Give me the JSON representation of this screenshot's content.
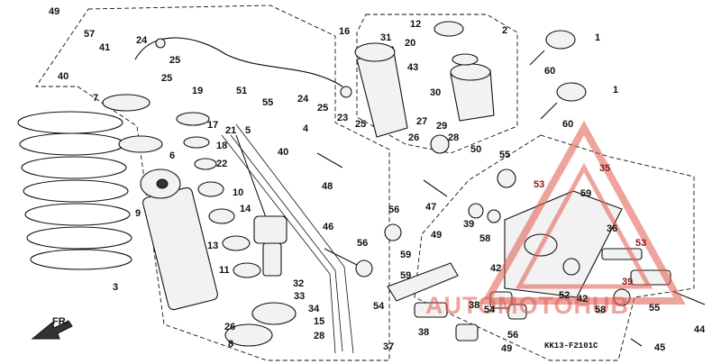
{
  "diagram": {
    "code": "KK13-F2101C",
    "direction_label": "FR.",
    "watermark": "AUTOMOTOHUB",
    "watermark_color": "#e15a4e",
    "callouts": [
      {
        "id": "c49a",
        "text": "49"
      },
      {
        "id": "c40a",
        "text": "40"
      },
      {
        "id": "c57",
        "text": "57"
      },
      {
        "id": "c41",
        "text": "41"
      },
      {
        "id": "c24a",
        "text": "24"
      },
      {
        "id": "c25a",
        "text": "25"
      },
      {
        "id": "c25b",
        "text": "25"
      },
      {
        "id": "c7",
        "text": "7"
      },
      {
        "id": "c19",
        "text": "19"
      },
      {
        "id": "c51",
        "text": "51"
      },
      {
        "id": "c55a",
        "text": "55"
      },
      {
        "id": "c24b",
        "text": "24"
      },
      {
        "id": "c25c",
        "text": "25"
      },
      {
        "id": "c23",
        "text": "23"
      },
      {
        "id": "c25d",
        "text": "25"
      },
      {
        "id": "c17",
        "text": "17"
      },
      {
        "id": "c21",
        "text": "21"
      },
      {
        "id": "c5",
        "text": "5"
      },
      {
        "id": "c4",
        "text": "4"
      },
      {
        "id": "c18",
        "text": "18"
      },
      {
        "id": "c6",
        "text": "6"
      },
      {
        "id": "c40b",
        "text": "40"
      },
      {
        "id": "c22",
        "text": "22"
      },
      {
        "id": "c12",
        "text": "12"
      },
      {
        "id": "c16",
        "text": "16"
      },
      {
        "id": "c2",
        "text": "2"
      },
      {
        "id": "c31",
        "text": "31"
      },
      {
        "id": "c20",
        "text": "20"
      },
      {
        "id": "c43",
        "text": "43"
      },
      {
        "id": "c30",
        "text": "30"
      },
      {
        "id": "c1a",
        "text": "1"
      },
      {
        "id": "c60a",
        "text": "60"
      },
      {
        "id": "c1b",
        "text": "1"
      },
      {
        "id": "c60b",
        "text": "60"
      },
      {
        "id": "c27",
        "text": "27"
      },
      {
        "id": "c29",
        "text": "29"
      },
      {
        "id": "c26a",
        "text": "26"
      },
      {
        "id": "c28a",
        "text": "28"
      },
      {
        "id": "c50",
        "text": "50"
      },
      {
        "id": "c55b",
        "text": "55"
      },
      {
        "id": "c3",
        "text": "3"
      },
      {
        "id": "c9",
        "text": "9"
      },
      {
        "id": "c10",
        "text": "10"
      },
      {
        "id": "c14",
        "text": "14"
      },
      {
        "id": "c48",
        "text": "48"
      },
      {
        "id": "c47",
        "text": "47"
      },
      {
        "id": "c35",
        "text": "35"
      },
      {
        "id": "c53a",
        "text": "53"
      },
      {
        "id": "c59a",
        "text": "59"
      },
      {
        "id": "c39a",
        "text": "39"
      },
      {
        "id": "c58a",
        "text": "58"
      },
      {
        "id": "c46",
        "text": "46"
      },
      {
        "id": "c56a",
        "text": "56"
      },
      {
        "id": "c49b",
        "text": "49"
      },
      {
        "id": "c59b",
        "text": "59"
      },
      {
        "id": "c13",
        "text": "13"
      },
      {
        "id": "c11",
        "text": "11"
      },
      {
        "id": "c56b",
        "text": "56"
      },
      {
        "id": "c59c",
        "text": "59"
      },
      {
        "id": "c36",
        "text": "36"
      },
      {
        "id": "c53b",
        "text": "53"
      },
      {
        "id": "c32",
        "text": "32"
      },
      {
        "id": "c33",
        "text": "33"
      },
      {
        "id": "c34",
        "text": "34"
      },
      {
        "id": "c15",
        "text": "15"
      },
      {
        "id": "c26b",
        "text": "26"
      },
      {
        "id": "c28b",
        "text": "28"
      },
      {
        "id": "c8",
        "text": "8"
      },
      {
        "id": "c37",
        "text": "37"
      },
      {
        "id": "c54a",
        "text": "54"
      },
      {
        "id": "c38a",
        "text": "38"
      },
      {
        "id": "c42a",
        "text": "42"
      },
      {
        "id": "c52",
        "text": "52"
      },
      {
        "id": "c39b",
        "text": "39"
      },
      {
        "id": "c42b",
        "text": "42"
      },
      {
        "id": "c58b",
        "text": "58"
      },
      {
        "id": "c54b",
        "text": "54"
      },
      {
        "id": "c38b",
        "text": "38"
      },
      {
        "id": "c56c",
        "text": "56"
      },
      {
        "id": "c49c",
        "text": "49"
      },
      {
        "id": "c55c",
        "text": "55"
      },
      {
        "id": "c44",
        "text": "44"
      },
      {
        "id": "c45",
        "text": "45"
      }
    ]
  }
}
